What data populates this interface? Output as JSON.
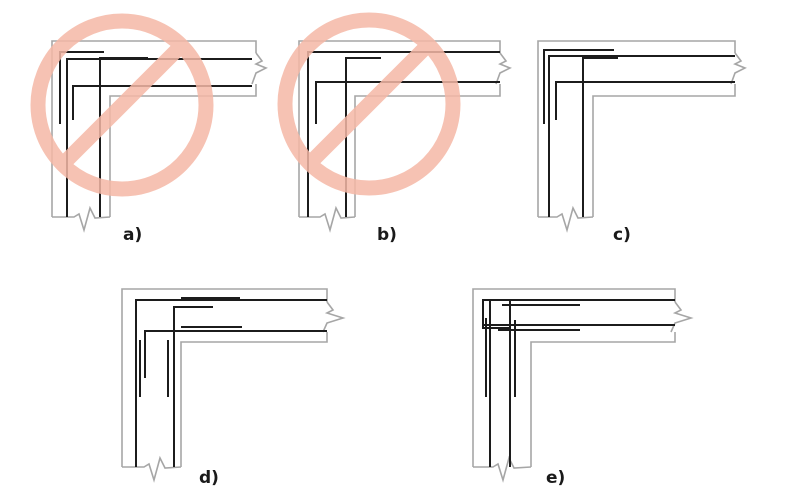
{
  "figure": {
    "panels": [
      {
        "id": "a",
        "label": "a)",
        "marked_incorrect": true
      },
      {
        "id": "b",
        "label": "b)",
        "marked_incorrect": true
      },
      {
        "id": "c",
        "label": "c)",
        "marked_incorrect": false
      },
      {
        "id": "d",
        "label": "d)",
        "marked_incorrect": false
      },
      {
        "id": "e",
        "label": "e)",
        "marked_incorrect": false
      }
    ],
    "colors": {
      "outline": "#a6a6a6",
      "rebar": "#1c1c1c",
      "prohibition": "#f5b8a6",
      "background": "#ffffff"
    },
    "icons": {
      "prohibition": "prohibition-sign-icon",
      "break": "break-line-icon"
    }
  }
}
